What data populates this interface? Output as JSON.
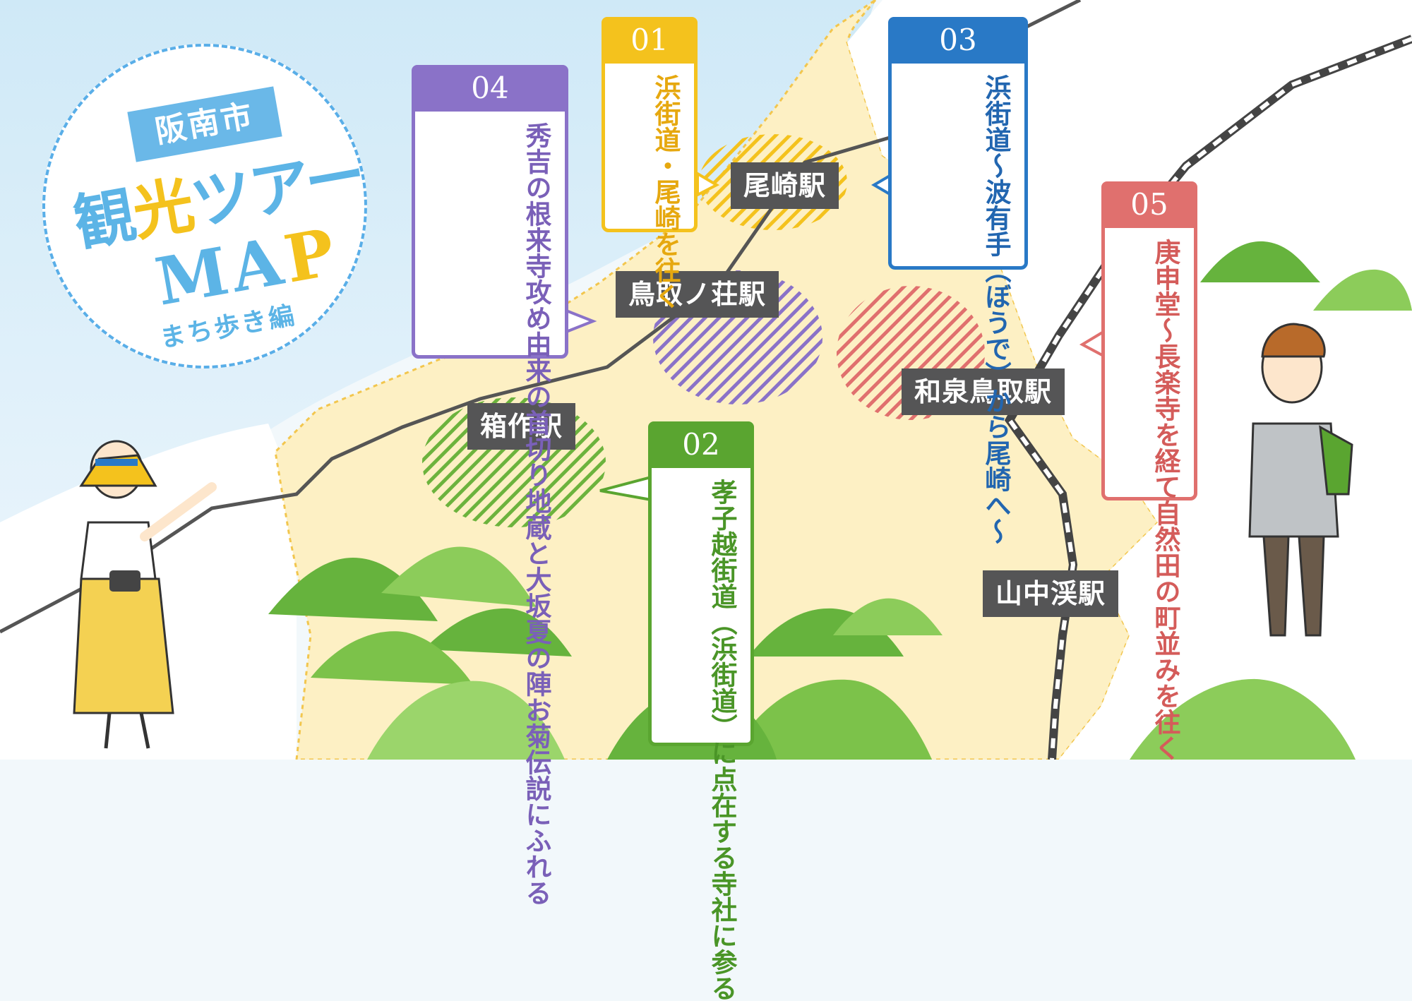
{
  "title": {
    "city": "阪南市",
    "main_pre": "観",
    "main_accent": "光",
    "main_post": "ツアー",
    "map_label_pre": "MA",
    "map_label_accent": "P",
    "subtitle": "まち歩き編"
  },
  "stations": [
    {
      "name": "尾崎駅"
    },
    {
      "name": "鳥取ノ荘駅"
    },
    {
      "name": "箱作駅"
    },
    {
      "name": "和泉鳥取駅"
    },
    {
      "name": "山中渓駅"
    }
  ],
  "routes": [
    {
      "number": "01",
      "text": "浜街道・尾崎を往く",
      "color": "#f4c21d"
    },
    {
      "number": "02",
      "text": "孝子越街道︵浜街道︶に点在する寺社に参る",
      "color": "#5aa530"
    },
    {
      "number": "03",
      "text": "浜街道～波有手︵ぼうで︶から尾崎へ～",
      "color": "#2979c6"
    },
    {
      "number": "04",
      "text": "秀吉の根来寺攻め由来の首切り地蔵と大坂夏の陣お菊伝説にふれる",
      "color": "#8a72c8"
    },
    {
      "number": "05",
      "text": "庚申堂～長楽寺を経て自然田の町並みを往く",
      "color": "#e0706e"
    }
  ],
  "colors": {
    "sea": "#d4ecf8",
    "land": "#fdf0c4",
    "mountain": "#7cc24a",
    "station_bg": "#555556"
  }
}
